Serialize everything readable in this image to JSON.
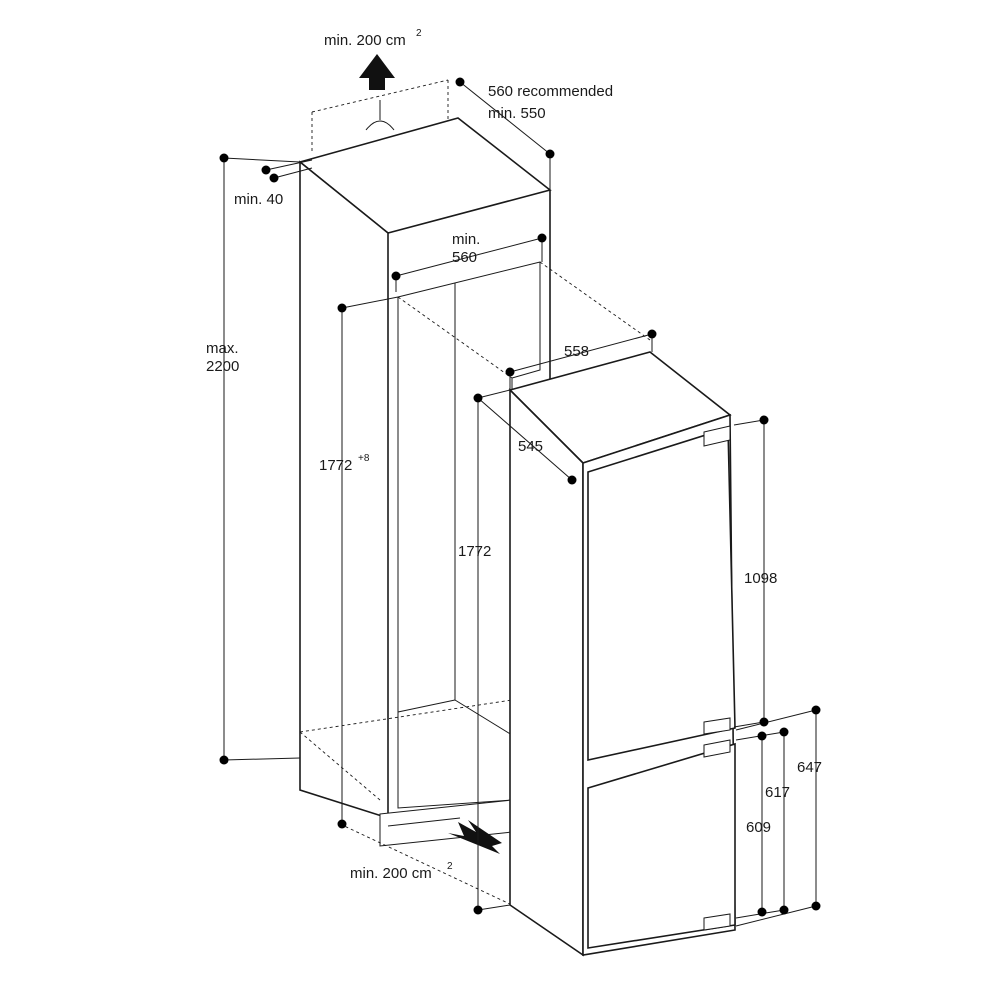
{
  "labels": {
    "top_vent": "min. 200 cm",
    "top_vent_sup": "2",
    "depth_line1": "560 recommended",
    "depth_line2": "min. 550",
    "gap_top": "min. 40",
    "niche_width_line1": "min.",
    "niche_width_line2": "560",
    "max_height_line1": "max.",
    "max_height_line2": "2200",
    "niche_height": "1772",
    "niche_height_sup": "+8",
    "appliance_width": "558",
    "appliance_depth": "545",
    "appliance_height": "1772",
    "upper_door": "1098",
    "dim_647": "647",
    "dim_617": "617",
    "dim_609": "609",
    "bottom_vent": "min. 200 cm",
    "bottom_vent_sup": "2"
  }
}
